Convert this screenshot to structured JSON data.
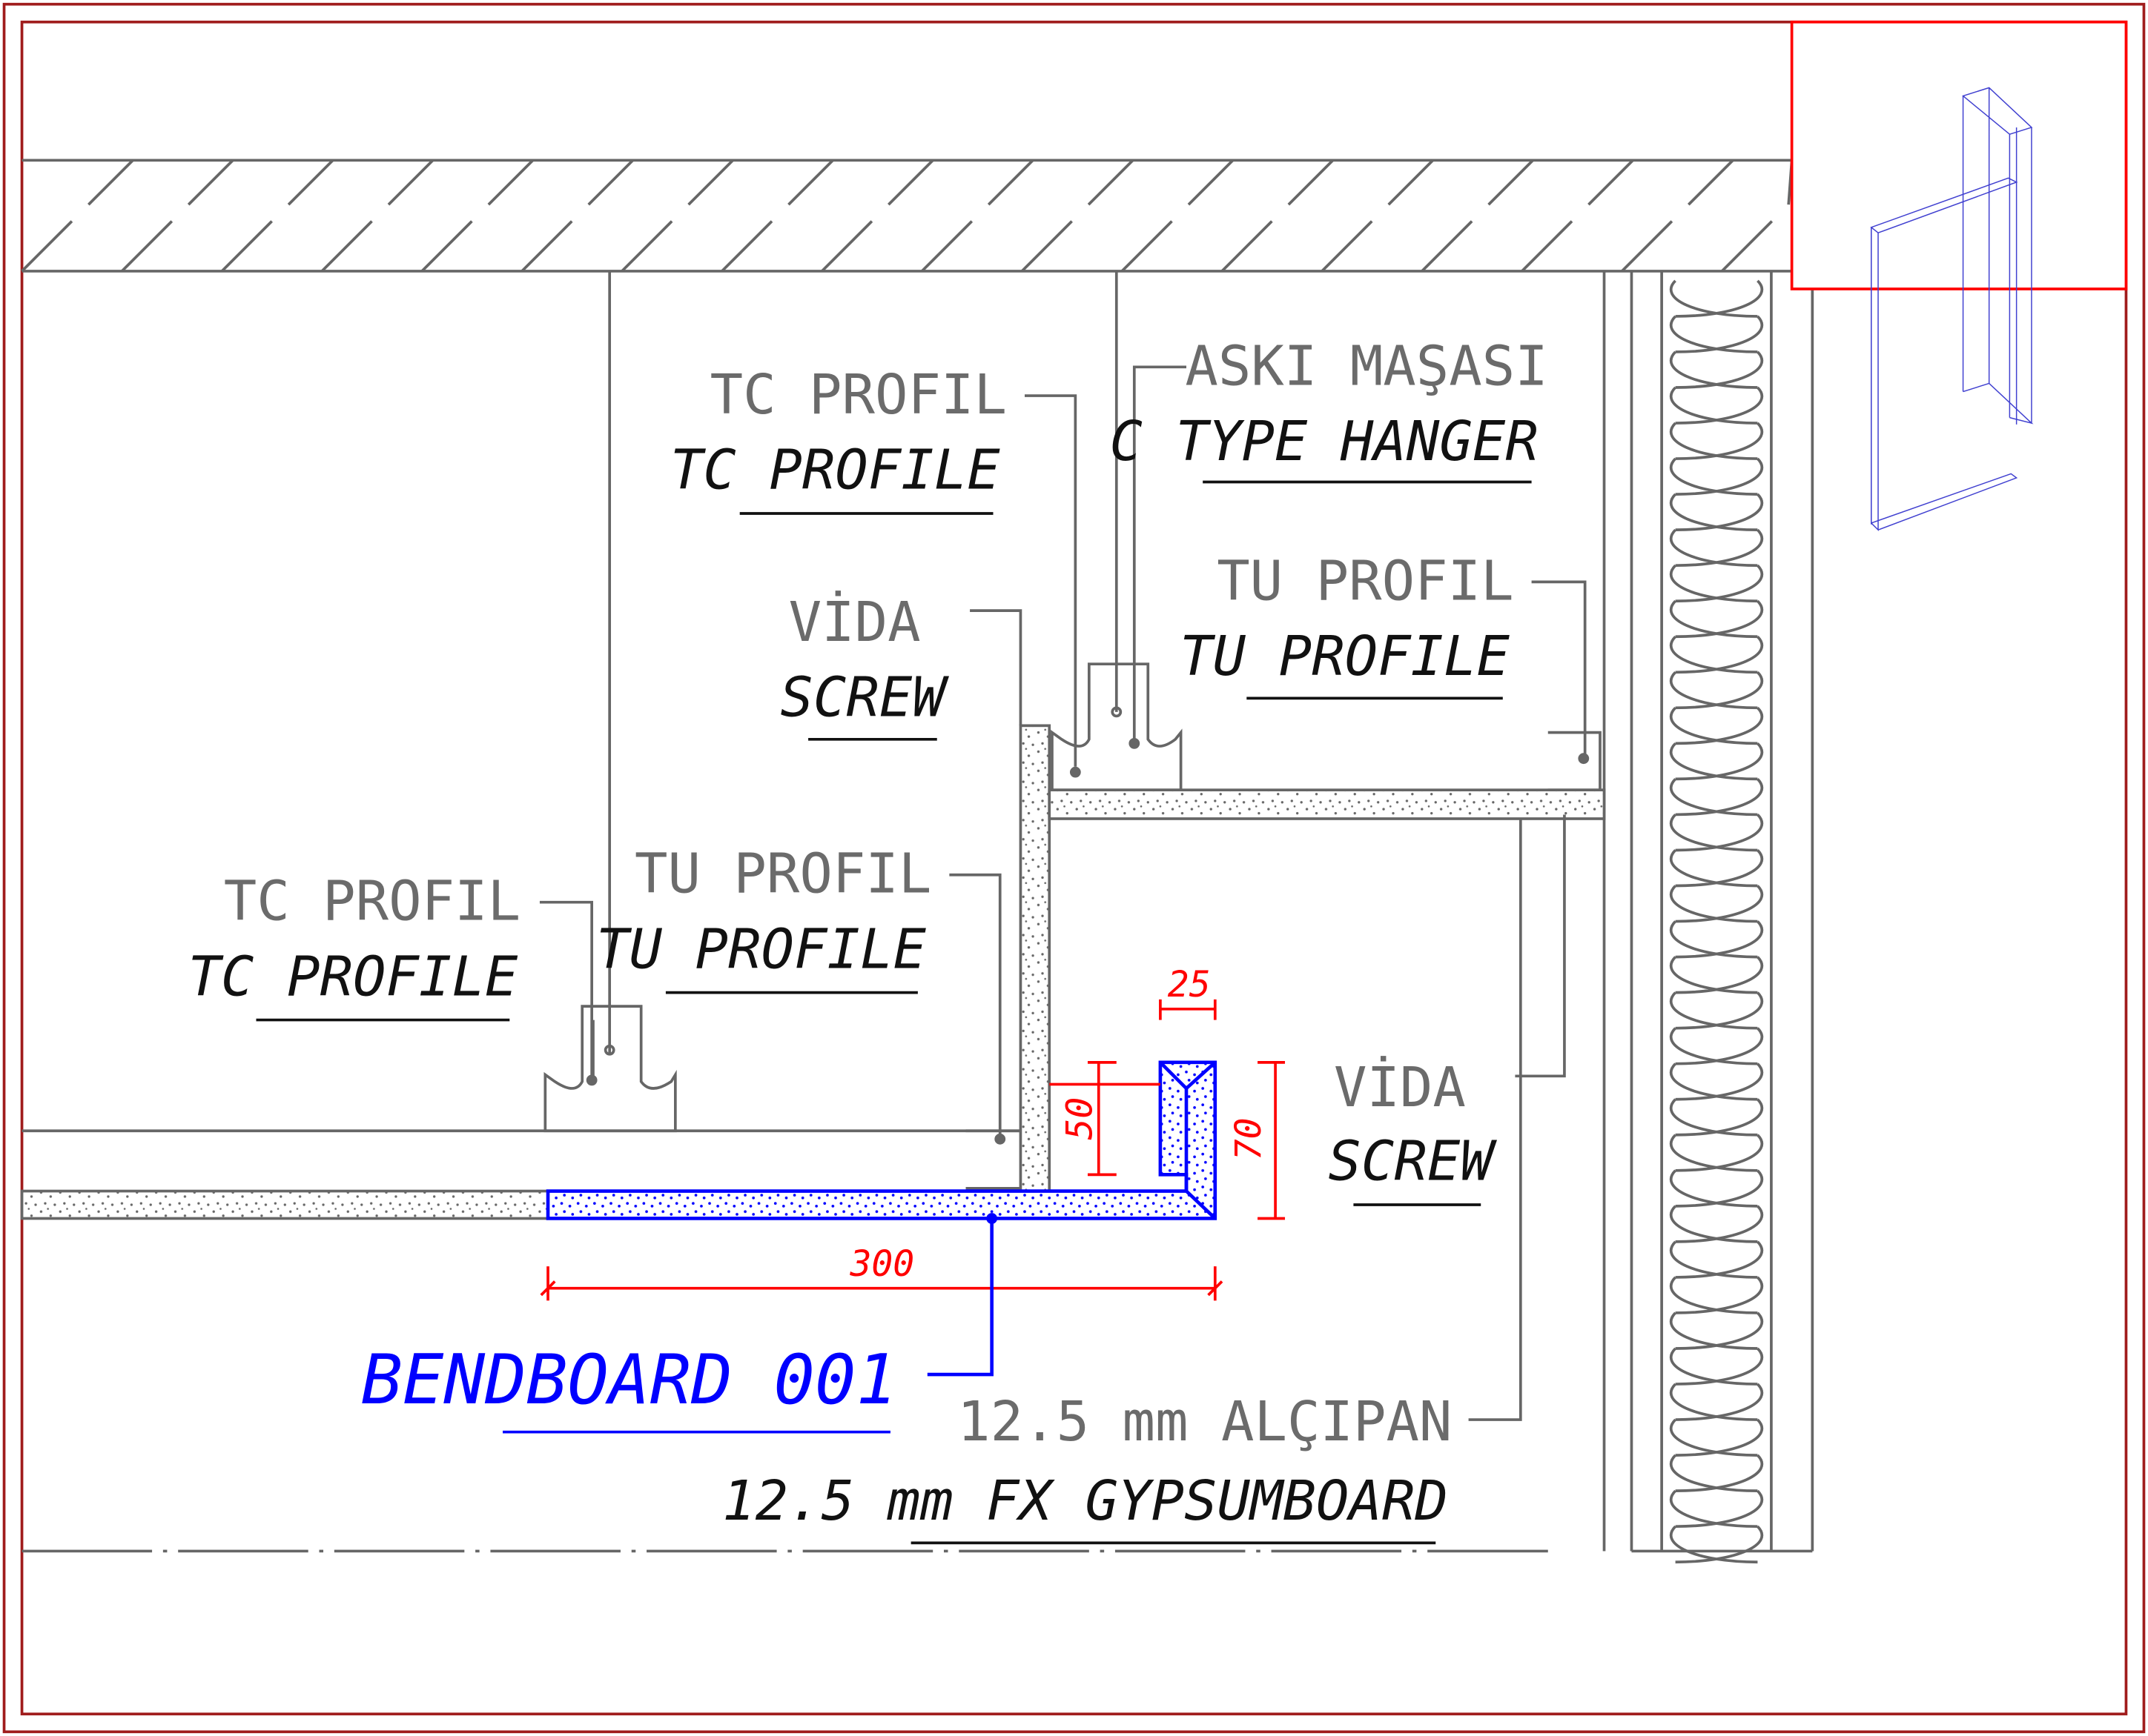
{
  "colors": {
    "frame": "#a01c1c",
    "annotation_gray": "#666666",
    "dimension": "#ff0000",
    "highlight": "#0000ff"
  },
  "labels": {
    "tc_upper": {
      "tr": "TC PROFIL",
      "en": "TC PROFILE"
    },
    "hanger": {
      "tr": "ASKI MAŞASI",
      "en": "C TYPE HANGER"
    },
    "screw_upper": {
      "tr": "VİDA",
      "en": "SCREW"
    },
    "tu_upper": {
      "tr": "TU PROFIL",
      "en": "TU PROFILE"
    },
    "tc_lower": {
      "tr": "TC PROFIL",
      "en": "TC PROFILE"
    },
    "tu_lower": {
      "tr": "TU PROFIL",
      "en": "TU PROFILE"
    },
    "screw_lower": {
      "tr": "VİDA",
      "en": "SCREW"
    },
    "gypsum": {
      "tr": "12.5 mm ALÇIPAN",
      "en": "12.5 mm FX GYPSUMBOARD"
    },
    "product": "BENDBOARD 001"
  },
  "dimensions": {
    "width": "300",
    "lip": "25",
    "inner_height": "50",
    "outer_height": "70"
  }
}
